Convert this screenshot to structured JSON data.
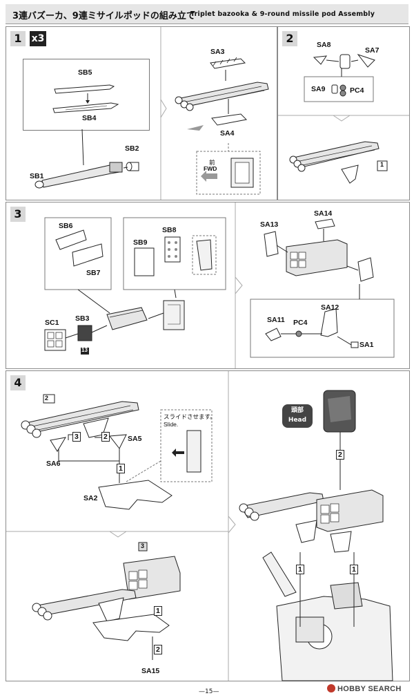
{
  "header": {
    "title_jp": "3連バズーカ、9連ミサイルポッドの組み立て",
    "title_en": "Triplet bazooka & 9-round missile pod Assembly"
  },
  "step1": {
    "number": "1",
    "multiplier": "x3",
    "labels": {
      "sb5": "SB5",
      "sb4": "SB4",
      "sb2": "SB2",
      "sb1": "SB1",
      "sa3": "SA3",
      "sa4": "SA4"
    },
    "fwd_jp": "前",
    "fwd_en": "FWD"
  },
  "step2": {
    "number": "2",
    "labels": {
      "sa8": "SA8",
      "sa7": "SA7",
      "sa9": "SA9",
      "pc4": "PC4"
    },
    "ref": "1"
  },
  "step3": {
    "number": "3",
    "labels": {
      "sb6": "SB6",
      "sb7": "SB7",
      "sb9": "SB9",
      "sb8": "SB8",
      "sc1": "SC1",
      "sb3": "SB3",
      "sb3_ref": "13",
      "sa13": "SA13",
      "sa14": "SA14",
      "sa11": "SA11",
      "pc4": "PC4",
      "sa12": "SA12",
      "sa1": "SA1"
    }
  },
  "step4": {
    "number": "4",
    "labels": {
      "ref2": "2",
      "sa5": "SA5",
      "sa6": "SA6",
      "sa2": "SA2",
      "ref3": "3",
      "sa15": "SA15"
    },
    "seq": {
      "n1": "1",
      "n2": "2",
      "n3": "3"
    },
    "slide_jp": "スライドさせます。",
    "slide_en": "Slide.",
    "head_jp": "頭部",
    "head_en": "Head"
  },
  "footer": {
    "page": "—15—",
    "brand": "HOBBY SEARCH"
  }
}
